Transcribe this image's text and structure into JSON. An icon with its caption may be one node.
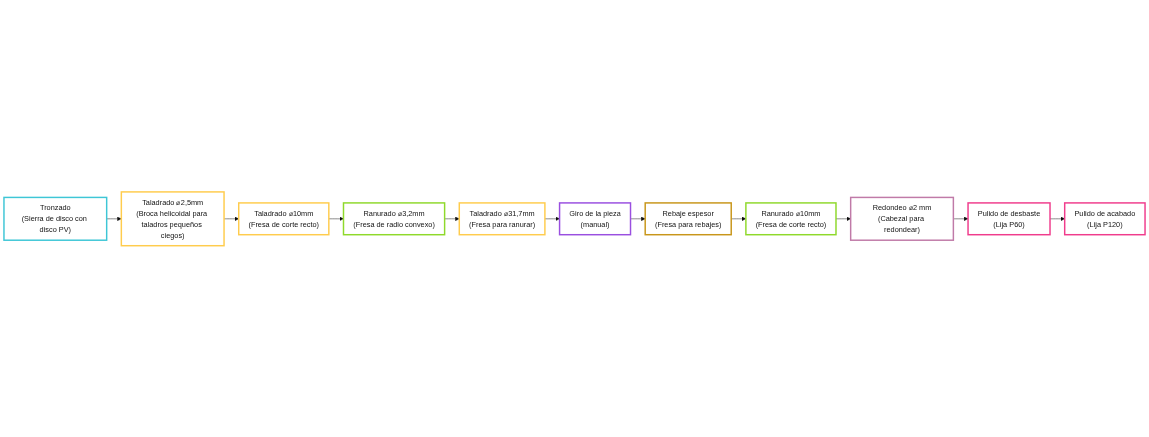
{
  "diagram": {
    "nodes": [
      {
        "text": [
          "Tronzado",
          "(Sierra de disco con disco PV)"
        ]
      },
      {
        "text": [
          "Taladrado ⌀2,5mm",
          "(Broca helicoidal para taladros pequeños ciegos)"
        ]
      },
      {
        "text": [
          "Taladrado ⌀10mm",
          "(Fresa de corte recto)"
        ]
      },
      {
        "text": [
          "Ranurado ⌀3,2mm",
          "(Fresa de radio convexo)"
        ]
      },
      {
        "text": [
          "Taladrado ⌀31,7mm",
          "(Fresa para ranurar)"
        ]
      },
      {
        "text": [
          "Giro de la pieza",
          "(manual)"
        ]
      },
      {
        "text": [
          "Rebaje espesor",
          "(Fresa para rebajes)"
        ]
      },
      {
        "text": [
          "Ranurado ⌀10mm",
          "(Fresa de corte recto)"
        ]
      },
      {
        "text": [
          "Redondeo ⌀2 mm",
          "(Cabezal para redondear)"
        ]
      },
      {
        "text": [
          "Pulido de desbaste",
          "(Lija P60)"
        ]
      },
      {
        "text": [
          "Pulido de acabado",
          "(Lija P120)"
        ]
      }
    ],
    "edges": [
      {
        "from": 0,
        "to": 1,
        "arrow": "to"
      },
      {
        "from": 1,
        "to": 2,
        "arrow": "to"
      },
      {
        "from": 2,
        "to": 3,
        "arrow": "to"
      },
      {
        "from": 3,
        "to": 4,
        "arrow": "to"
      },
      {
        "from": 4,
        "to": 5,
        "arrow": "to"
      },
      {
        "from": 5,
        "to": 6,
        "arrow": "to"
      },
      {
        "from": 6,
        "to": 7,
        "arrow": "to"
      },
      {
        "from": 7,
        "to": 8,
        "arrow": "to"
      },
      {
        "from": 8,
        "to": 9,
        "arrow": "to"
      },
      {
        "from": 9,
        "to": 10,
        "arrow": "to"
      }
    ]
  }
}
